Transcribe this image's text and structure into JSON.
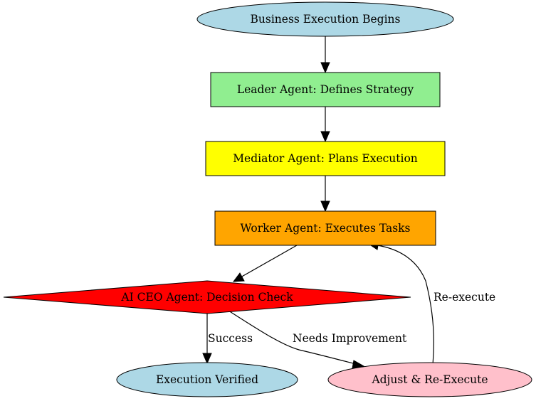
{
  "colors": {
    "start": "#add8e6",
    "leader": "#90ee90",
    "mediator": "#ffff00",
    "worker": "#ffa500",
    "decision": "#ff0000",
    "verified": "#add8e6",
    "adjust": "#ffc0cb"
  },
  "nodes": {
    "start": "Business Execution Begins",
    "leader": "Leader Agent: Defines Strategy",
    "mediator": "Mediator Agent: Plans Execution",
    "worker": "Worker Agent: Executes Tasks",
    "decision": "AI CEO Agent: Decision Check",
    "verified": "Execution Verified",
    "adjust": "Adjust & Re-Execute"
  },
  "edges": {
    "success": "Success",
    "needs_improvement": "Needs Improvement",
    "re_execute": "Re-execute"
  }
}
